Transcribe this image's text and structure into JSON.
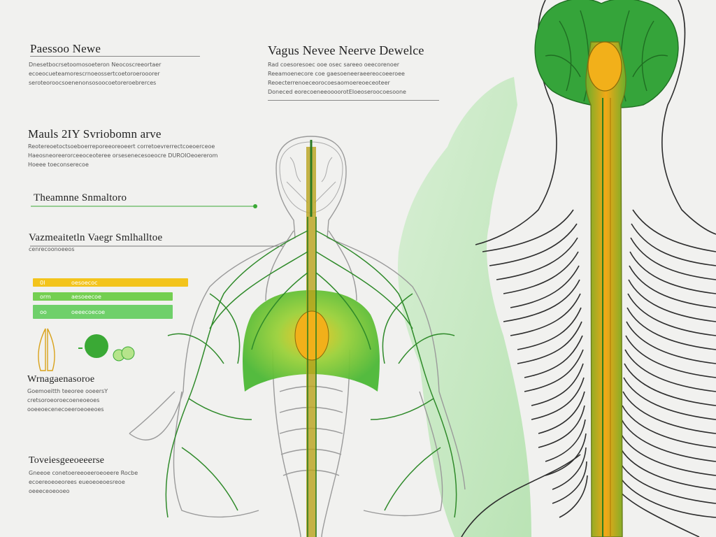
{
  "texts": {
    "t1": "Paessoo Newe",
    "t1_lines": [
      "Dnesetbocrsetoomosoeteron Neocoscreeortaer",
      "ecoeocueteamorescrnoeossertcoetoroerooorer",
      "seroteoroocsoenenonsosoocoetoreroebrerces"
    ],
    "t2": "Vagus Nevee Neerve Dewelce",
    "t2_lines": [
      "Rad coesoresoec ooe osec sareeo oeecorenoer",
      "Reeamoenecore coe gaesoeneeraeereocoeeroee",
      "Reoecterrenoeceorocoesaomoereoeceoteer",
      "Doneced eorecoeneeoooorotEIoeoseroocoesoone"
    ],
    "t3": "Mauls 2IY Svriobomn arve",
    "t3_lines": [
      "Reotereoetoctsoeboerreporeeoreoeert corretoevrerrectcoeoerceoe",
      "Haeosneoreerorceeoceoteree orsesenecesoeocre DUROIOeoererom",
      "Hoeee toeconserecoe"
    ],
    "t4": "Theamnne Snmaltoro",
    "t5": "Vazmeaitetln Vaegr Smlhalltoe",
    "t5_line": "cenrecoonoeeos",
    "bars": [
      "oesoecoc",
      "aesoeecoe",
      "oeeecoecoe"
    ],
    "bar_left": [
      "0I",
      "orm",
      "oo"
    ],
    "t6": "Wrnagaenasoroe",
    "t6_lines": [
      "Goemoeitth teeoree ooeersY",
      "cretsoroeoroecoeneoeoes",
      "ooeeoecenecoeeroeoeeoes"
    ],
    "t7": "Toveiesgeeoeeerse",
    "t7_lines": [
      "Gneeoe conetoereeoeeroeoeere Rocbe",
      "ecoereoeoeorees eueoeoeoesreoe",
      "oeeeceoeooeo"
    ]
  },
  "colors": {
    "yellow": "#e9b80f",
    "orange": "#f3a712",
    "green": "#3aa935",
    "lightgreen": "#9fe08f",
    "darkgreen": "#1f7a2a",
    "line": "#2d2d2d"
  }
}
